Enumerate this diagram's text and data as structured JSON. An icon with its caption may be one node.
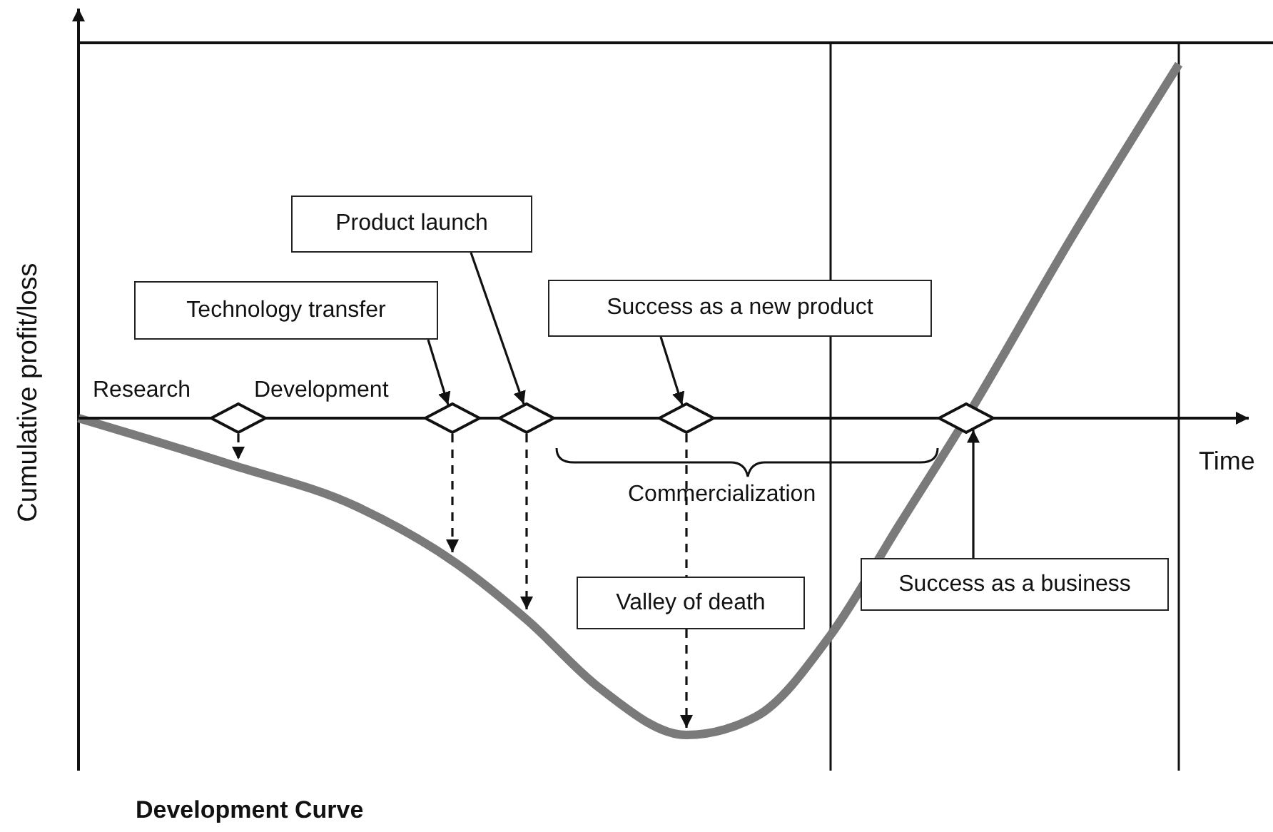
{
  "diagram": {
    "caption": "Development Curve",
    "nodes": [
      {
        "text": [
          "Technology transfer"
        ]
      },
      {
        "text": [
          "Product launch"
        ]
      },
      {
        "text": [
          "Success as a new product"
        ]
      },
      {
        "text": [
          "Valley of death"
        ]
      },
      {
        "text": [
          "Success as a business"
        ]
      },
      {
        "text": [],
        "shape": "diamond"
      },
      {
        "text": [],
        "shape": "diamond"
      },
      {
        "text": [],
        "shape": "diamond"
      },
      {
        "text": [],
        "shape": "diamond"
      },
      {
        "text": [],
        "shape": "diamond"
      }
    ],
    "edges": [
      {
        "from": 0,
        "to": 6,
        "arrow": "to"
      },
      {
        "from": 1,
        "to": 7,
        "arrow": "to"
      },
      {
        "from": 2,
        "to": 8,
        "arrow": "to"
      },
      {
        "from": 4,
        "to": 9,
        "arrow": "to"
      },
      {
        "from": 5,
        "to": null,
        "arrow": "to",
        "style": "dashed"
      },
      {
        "from": 6,
        "to": null,
        "arrow": "to",
        "style": "dashed"
      },
      {
        "from": 7,
        "to": null,
        "arrow": "to",
        "style": "dashed"
      },
      {
        "from": 8,
        "to": 3,
        "arrow": "none",
        "style": "dashed"
      },
      {
        "from": 3,
        "to": null,
        "arrow": "to",
        "style": "dashed"
      }
    ],
    "labels": [
      "Cumulative profit/loss",
      "Research",
      "Development",
      "Time",
      "Commercialization"
    ]
  }
}
